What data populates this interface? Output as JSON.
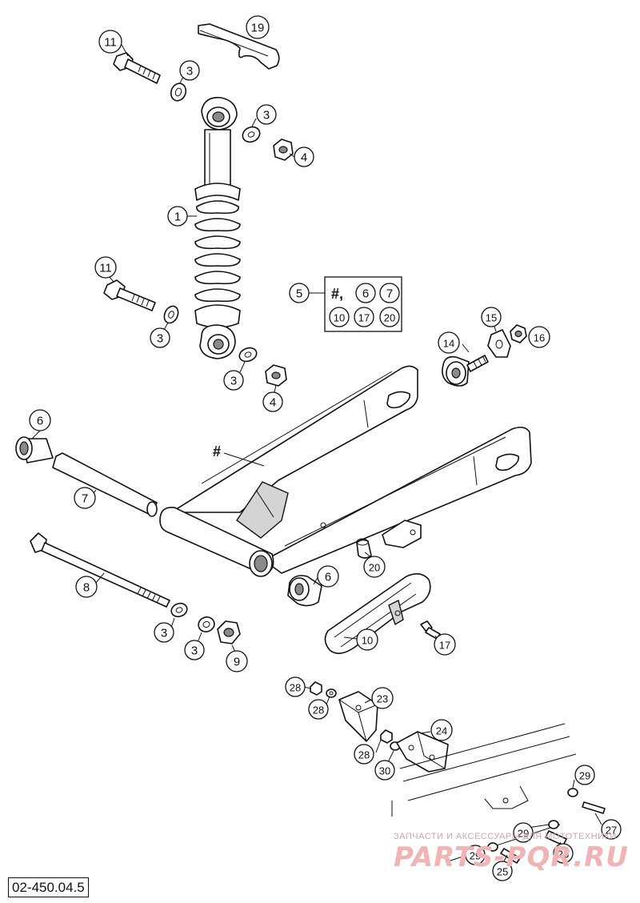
{
  "drawing_number": "02-450.04.5",
  "hash_symbol": "#",
  "kit_box": {
    "items": [
      "#,",
      "6",
      "7",
      "10",
      "17",
      "20"
    ]
  },
  "callouts": {
    "c19": "19",
    "c11a": "11",
    "c3a": "3",
    "c3b": "3",
    "c4a": "4",
    "c1": "1",
    "c5": "5",
    "c11b": "11",
    "c3c": "3",
    "c3d": "3",
    "c4b": "4",
    "c15": "15",
    "c14": "14",
    "c16": "16",
    "c6a": "6",
    "c7": "7",
    "c8": "8",
    "c20": "20",
    "c6b": "6",
    "c3e": "3",
    "c3f": "3",
    "c9": "9",
    "c10": "10",
    "c17": "17",
    "c28a": "28",
    "c28b": "28",
    "c23": "23",
    "c24": "24",
    "c28c": "28",
    "c30": "30",
    "c29a": "29",
    "c27": "27",
    "c29b": "29",
    "c26": "26",
    "c29c": "29",
    "c25": "25"
  },
  "watermark": {
    "caption": "ЗАПЧАСТИ И АКСЕССУАРЫ ДЛЯ МОТОТЕХНИКИ",
    "brand": "PARTS-PQR.RU"
  }
}
